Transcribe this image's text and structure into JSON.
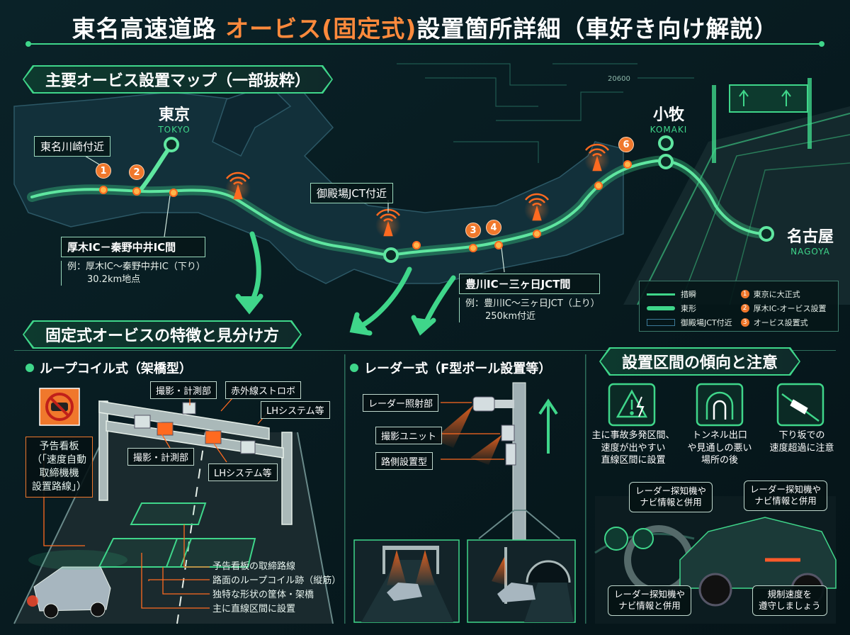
{
  "title": {
    "main": "東名高速道路",
    "accent": "オービス(固定式)",
    "rest": "設置箇所詳細（車好き向け解説）"
  },
  "colors": {
    "accent": "#ff8a3c",
    "green": "#3fd68a",
    "bg": "#071a1f",
    "marker": "#f0782c"
  },
  "map": {
    "banner": "主要オービス設置マップ（一部抜粋）",
    "cities": {
      "tokyo": {
        "jp": "東京",
        "en": "TOKYO"
      },
      "komaki": {
        "jp": "小牧",
        "en": "KOMAKI"
      },
      "nagoya": {
        "jp": "名古屋",
        "en": "NAGOYA"
      }
    },
    "code": "20600",
    "markers": [
      "1",
      "2",
      "3",
      "4",
      "6"
    ],
    "callouts": {
      "kawasaki": "東名川崎付近",
      "gotemba": "御殿場JCT付近",
      "atsugi": {
        "title": "厚木IC－秦野中井IC間",
        "line1": "例：厚木IC～秦野中井IC（下り）",
        "line2": "30.2km地点"
      },
      "toyokawa": {
        "title": "豊川IC－三ヶ日JCT間",
        "line1": "例：豊川IC～三ヶ日JCT（上り）",
        "line2": "250km付近"
      }
    },
    "legend": [
      {
        "label": "措瞬",
        "kind": "node"
      },
      {
        "label": "東形",
        "kind": "road"
      },
      {
        "label": "御殿場JCT付近",
        "kind": "box"
      },
      {
        "label": "東京に大正式",
        "kind": "marker",
        "num": "1"
      },
      {
        "label": "厚木IC-オービス設置",
        "kind": "marker",
        "num": "2"
      },
      {
        "label": "オービス設置式",
        "kind": "marker",
        "num": "3"
      }
    ]
  },
  "features": {
    "banner": "固定式オービスの特徴と見分け方",
    "loop": {
      "heading": "ループコイル式（架橋型）",
      "labels": [
        "撮影・計測部",
        "赤外線ストロボ",
        "LHシステム等",
        "撮影・計測部",
        "LHシステム等"
      ],
      "sign": {
        "title": "予告看板",
        "body1": "（「速度自動",
        "body2": "取締機機",
        "body3": "設置路線」）"
      },
      "notes": [
        "予告看板の取締路線",
        "路面のループコイル跡（縦筋）",
        "独特な形状の筐体・架橋",
        "主に直線区間に設置"
      ]
    },
    "radar": {
      "heading": "レーダー式（F型ポール設置等）",
      "labels": [
        "レーダー照射部",
        "撮影ユニット",
        "路側設置型"
      ]
    }
  },
  "tendency": {
    "banner": "設置区間の傾向と注意",
    "items": [
      {
        "icon": "warning-sign-icon",
        "l1": "主に事故多発区間、",
        "l2": "速度が出やすい",
        "l3": "直線区間に設置"
      },
      {
        "icon": "tunnel-icon",
        "l1": "トンネル出口",
        "l2": "や見通しの悪い",
        "l3": "場所の後"
      },
      {
        "icon": "downhill-car-icon",
        "l1": "下り坂での",
        "l2": "速度超過に注意",
        "l3": ""
      }
    ],
    "bubbles": [
      {
        "l1": "レーダー探知機や",
        "l2": "ナビ情報と併用"
      },
      {
        "l1": "レーダー探知機や",
        "l2": "ナビ情報と併用"
      },
      {
        "l1": "レーダー探知機や",
        "l2": "ナビ情報と併用"
      },
      {
        "l1": "規制速度を",
        "l2": "遵守しましょう"
      }
    ]
  }
}
